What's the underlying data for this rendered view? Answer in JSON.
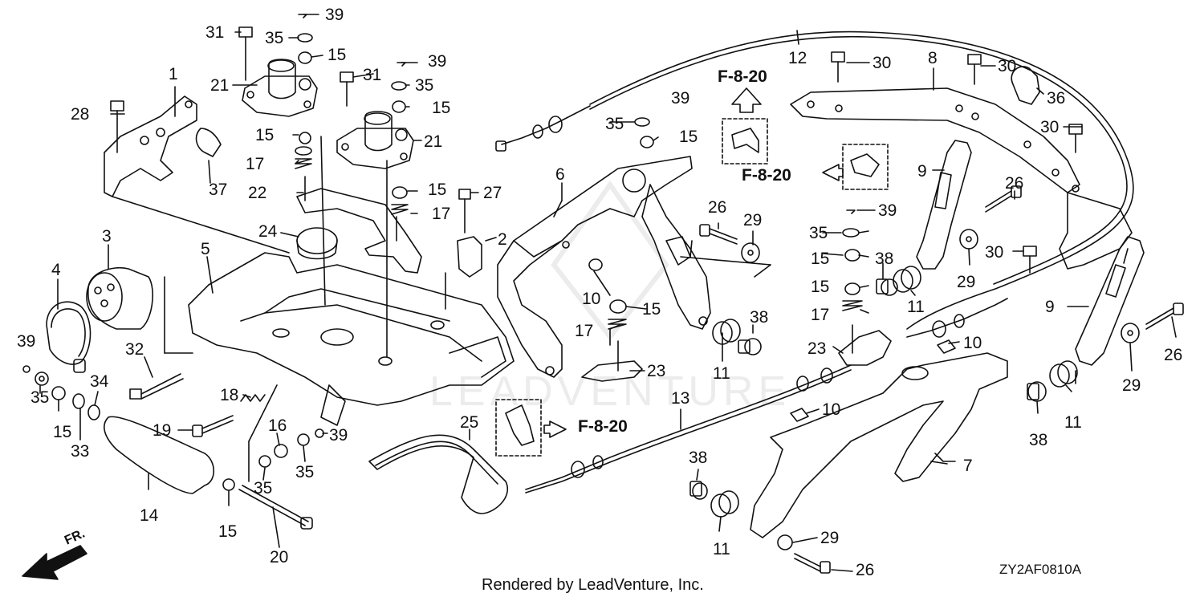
{
  "diagram": {
    "part_numbers": [
      "1",
      "2",
      "3",
      "4",
      "5",
      "6",
      "7",
      "8",
      "9",
      "10",
      "11",
      "12",
      "13",
      "14",
      "15",
      "16",
      "17",
      "18",
      "19",
      "20",
      "21",
      "22",
      "23",
      "24",
      "25",
      "26",
      "27",
      "28",
      "29",
      "30",
      "31",
      "32",
      "33",
      "34",
      "35",
      "36",
      "37",
      "38",
      "39"
    ],
    "reference_label": "F-8-20",
    "direction_label": "FR.",
    "footer": "Rendered by LeadVenture, Inc.",
    "diagram_code": "ZY2AF0810A",
    "watermark": "LEADVENTURE"
  }
}
